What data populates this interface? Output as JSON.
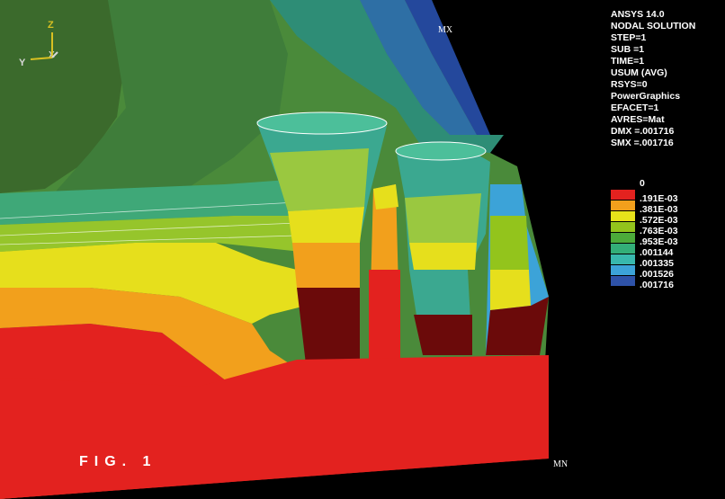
{
  "triad": {
    "z": "Z",
    "y": "Y",
    "x": "X"
  },
  "markers": {
    "max": "MX",
    "min": "MN"
  },
  "info": [
    "ANSYS 14.0",
    "NODAL SOLUTION",
    "STEP=1",
    "SUB =1",
    "TIME=1",
    "USUM    (AVG)",
    "RSYS=0",
    "PowerGraphics",
    "EFACET=1",
    "AVRES=Mat",
    "DMX =.001716",
    "SMX =.001716"
  ],
  "legend": {
    "zero": "0",
    "values": [
      ".191E-03",
      ".381E-03",
      ".572E-03",
      ".763E-03",
      ".953E-03",
      ".001144",
      ".001335",
      ".001526",
      ".001716"
    ],
    "colors": [
      "#e3221f",
      "#f2a01c",
      "#e7e21a",
      "#93c41c",
      "#4cab3a",
      "#33ae78",
      "#38b8ad",
      "#3ca3d8",
      "#2e52a8"
    ]
  },
  "colors": {
    "background": "#000000",
    "dark_red": "#6b0a0a"
  },
  "figure_label": "FIG. 1"
}
